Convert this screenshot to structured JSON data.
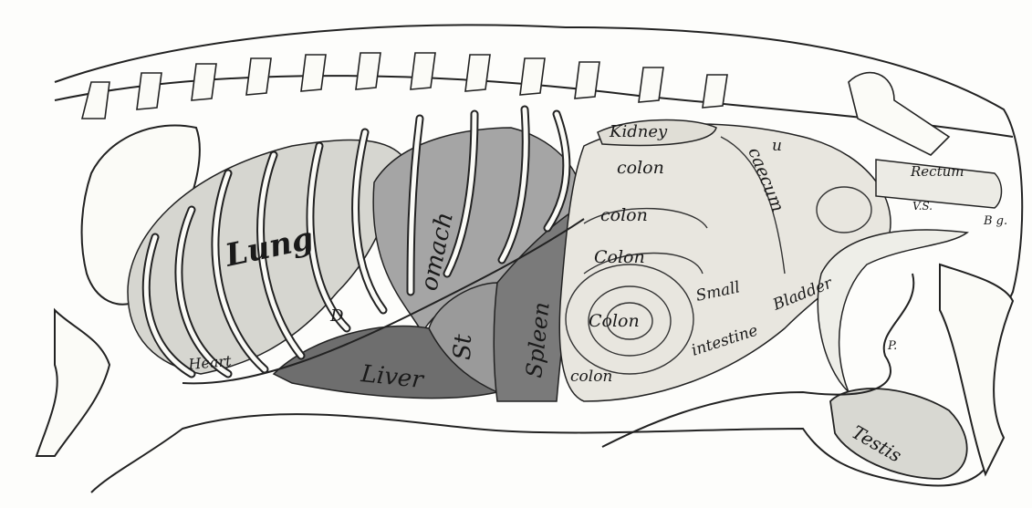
{
  "title": "Pig visceral anatomy (lateral view)",
  "labels": {
    "kidney": "Kidney",
    "colon1": "colon",
    "colon2": "colon",
    "colon3": "Colon",
    "colon4": "Colon",
    "colon5": "colon",
    "u": "u",
    "caecum": "caecum",
    "rectum": "Rectum",
    "vs": "V.S.",
    "bg": "B g.",
    "lung": "Lung",
    "stomach_upper": "omach",
    "stomach_lower": "St",
    "spleen": "Spleen",
    "liver": "Liver",
    "heart": "Heart",
    "d": "D",
    "small": "Small",
    "intestine": "intestine",
    "bladder": "Bladder",
    "p": "P.",
    "testis": "Testis"
  },
  "colors": {
    "ink": "#222222",
    "liver": "#6e6e6e",
    "spleen": "#7a7a7a",
    "stomach": "#a5a5a5",
    "lung": "#d6d6d0",
    "intestine": "#e8e6df",
    "paper": "#fdfdfb"
  }
}
